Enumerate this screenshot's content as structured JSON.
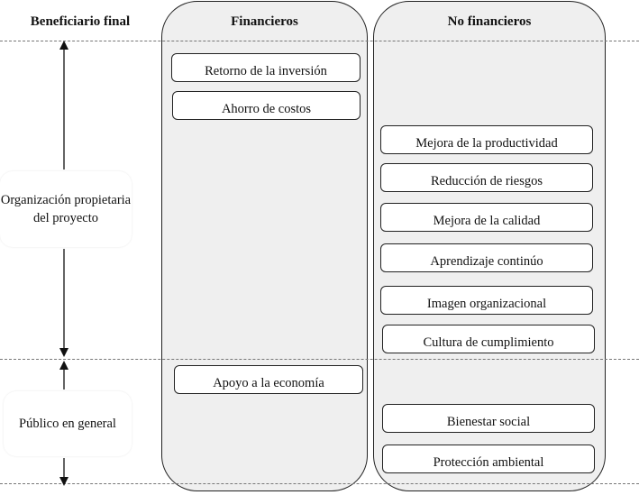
{
  "headers": {
    "beneficiary": "Beneficiario final",
    "financial": "Financieros",
    "nonfinancial": "No financieros"
  },
  "beneficiaries": {
    "organization": "Organización propietaria del proyecto",
    "public": "Público en general"
  },
  "financial_items": {
    "roi": "Retorno de la inversión",
    "cost_savings": "Ahorro de costos",
    "economy_support": "Apoyo a la economía"
  },
  "nonfinancial_items": {
    "productivity": "Mejora de la productividad",
    "risk_reduction": "Reducción de riesgos",
    "quality": "Mejora de la calidad",
    "learning": "Aprendizaje continúo",
    "image": "Imagen organizacional",
    "compliance": "Cultura de cumplimiento",
    "social_welfare": "Bienestar social",
    "environment": "Protección ambiental"
  }
}
